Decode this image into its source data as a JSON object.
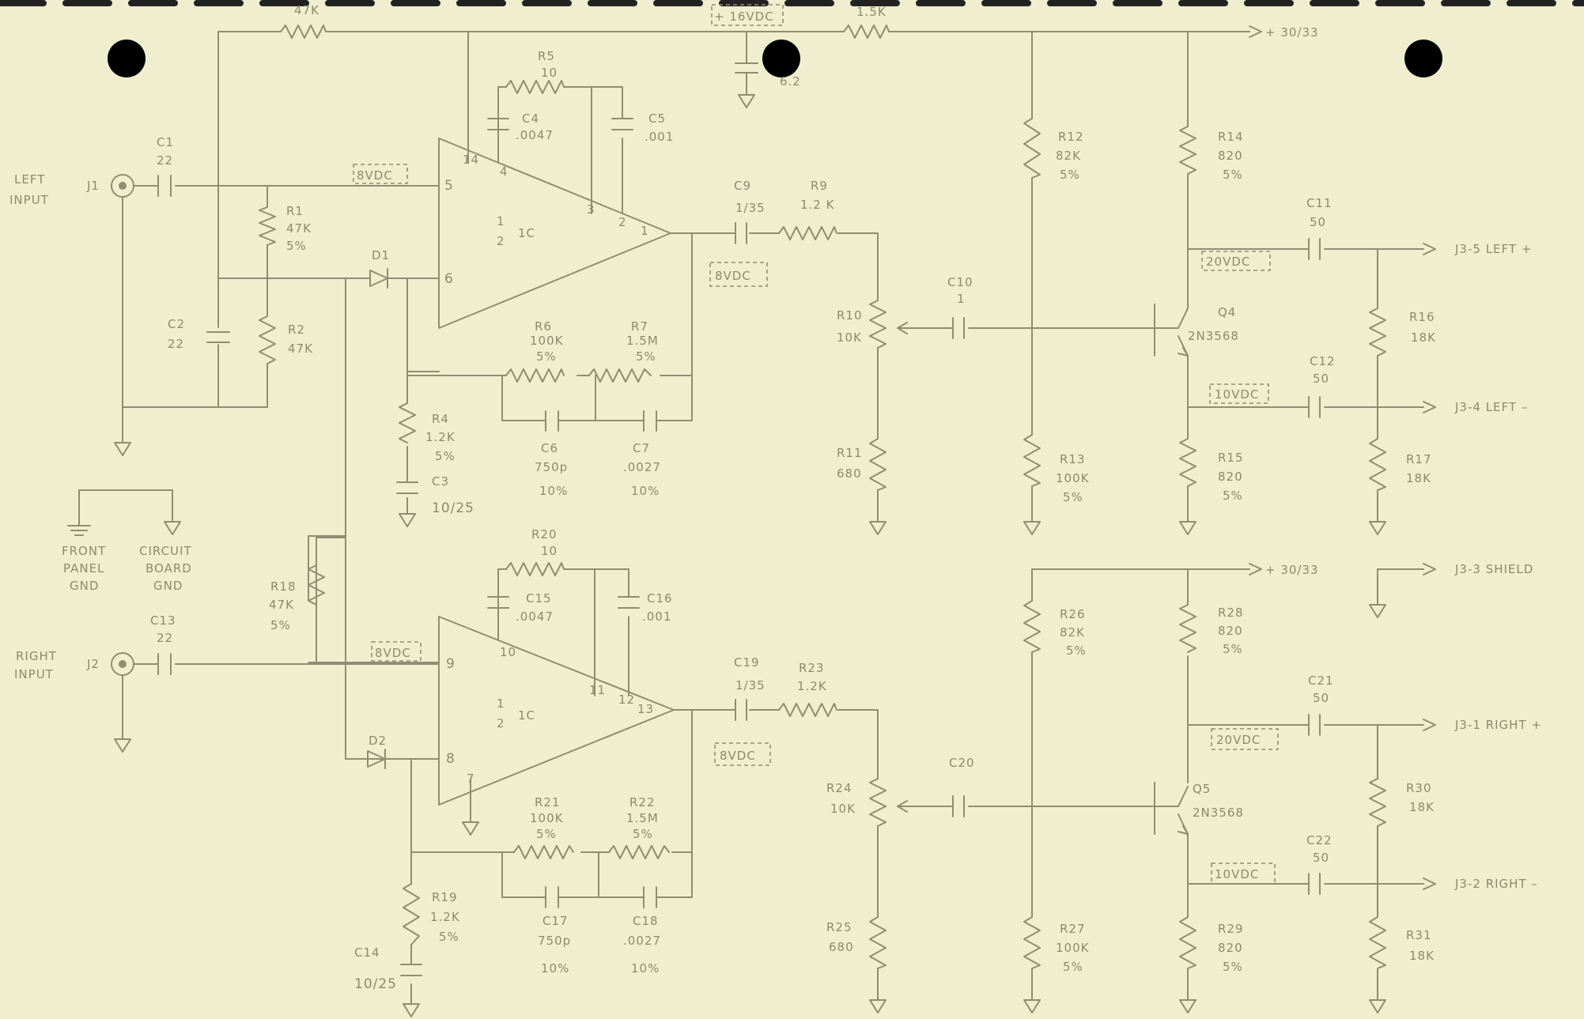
{
  "page": {
    "supply_16": "+ 16VDC",
    "supply_out_top": "+ 30/33",
    "supply_out_mid": "+ 30/33"
  },
  "labels": {
    "r_top": "47K",
    "r_top2": "1.5K",
    "c_supply": "6.2",
    "left_input": [
      "LEFT",
      "INPUT"
    ],
    "right_input": [
      "RIGHT",
      "INPUT"
    ],
    "j1": "J1",
    "j2": "J2",
    "c1": [
      "C1",
      "22"
    ],
    "c2": [
      "C2",
      "22"
    ],
    "c13": [
      "C13",
      "22"
    ],
    "r1": [
      "R1",
      "47K",
      "5%"
    ],
    "r2": [
      "R2",
      "47K"
    ],
    "r18": [
      "R18",
      "47K",
      "5%"
    ],
    "d1": "D1",
    "d2": "D2",
    "bias_8vdc": "8VDC",
    "r5": [
      "R5",
      "10"
    ],
    "r20": [
      "R20",
      "10"
    ],
    "c4": [
      "C4",
      ".0047"
    ],
    "c5": [
      "C5",
      ".001"
    ],
    "c15": [
      "C15",
      ".0047"
    ],
    "c16": [
      "C16",
      ".001"
    ],
    "ic": "1C",
    "half_num": "1",
    "half_den": "2",
    "pin_14": "14",
    "pin_4": "4",
    "pin_3": "3",
    "pin_2": "2",
    "pin_1": "1",
    "pin_5": "5",
    "pin_6": "6",
    "pin_10": "10",
    "pin_11": "11",
    "pin_12": "12",
    "pin_13": "13",
    "pin_9": "9",
    "pin_8": "8",
    "pin_7": "7",
    "r6": [
      "R6",
      "100K",
      "5%"
    ],
    "r7": [
      "R7",
      "1.5M",
      "5%"
    ],
    "r21": [
      "R21",
      "100K",
      "5%"
    ],
    "r22": [
      "R22",
      "1.5M",
      "5%"
    ],
    "r4": [
      "R4",
      "1.2K",
      "5%"
    ],
    "r19": [
      "R19",
      "1.2K",
      "5%"
    ],
    "c3": [
      "C3",
      "10/25"
    ],
    "c14": [
      "C14",
      "10/25"
    ],
    "c6": [
      "C6",
      "750p",
      "10%"
    ],
    "c7": [
      "C7",
      ".0027",
      "10%"
    ],
    "c17": [
      "C17",
      "750p",
      "10%"
    ],
    "c18": [
      "C18",
      ".0027",
      "10%"
    ],
    "c9": [
      "C9",
      "1/35"
    ],
    "c19": [
      "C19",
      "1/35"
    ],
    "r9": [
      "R9",
      "1.2 K"
    ],
    "r23": [
      "R23",
      "1.2K"
    ],
    "r10": [
      "R10",
      "10K"
    ],
    "r24": [
      "R24",
      "10K"
    ],
    "r11": [
      "R11",
      "680"
    ],
    "r25": [
      "R25",
      "680"
    ],
    "c10": [
      "C10",
      "1"
    ],
    "c20": [
      "C20"
    ],
    "r12": [
      "R12",
      "82K",
      "5%"
    ],
    "r13": [
      "R13",
      "100K",
      "5%"
    ],
    "r26": [
      "R26",
      "82K",
      "5%"
    ],
    "r27": [
      "R27",
      "100K",
      "5%"
    ],
    "r14": [
      "R14",
      "820",
      "5%"
    ],
    "r15": [
      "R15",
      "820",
      "5%"
    ],
    "r28": [
      "R28",
      "820",
      "5%"
    ],
    "r29": [
      "R29",
      "820",
      "5%"
    ],
    "q4": [
      "Q4",
      "2N3568"
    ],
    "q5": [
      "Q5",
      "2N3568"
    ],
    "v20": "20VDC",
    "v10": "10VDC",
    "c11": [
      "C11",
      "50"
    ],
    "c12": [
      "C12",
      "50"
    ],
    "c21": [
      "C21",
      "50"
    ],
    "c22": [
      "C22",
      "50"
    ],
    "r16": [
      "R16",
      "18K"
    ],
    "r17": [
      "R17",
      "18K"
    ],
    "r30": [
      "R30",
      "18K"
    ],
    "r31": [
      "R31",
      "18K"
    ],
    "gnd_front": [
      "FRONT",
      "PANEL",
      "GND"
    ],
    "gnd_circuit": [
      "CIRCUIT",
      "BOARD",
      "GND"
    ]
  },
  "outputs": {
    "j3_5": "J3-5  LEFT  +",
    "j3_4": "J3-4  LEFT  –",
    "j3_3": "J3-3  SHIELD",
    "j3_1": "J3-1  RIGHT  +",
    "j3_2": "J3-2  RIGHT  –"
  },
  "colors": {
    "paper": "#efefd0",
    "ink": "#8e8e72",
    "punch_hole": "#000000"
  }
}
